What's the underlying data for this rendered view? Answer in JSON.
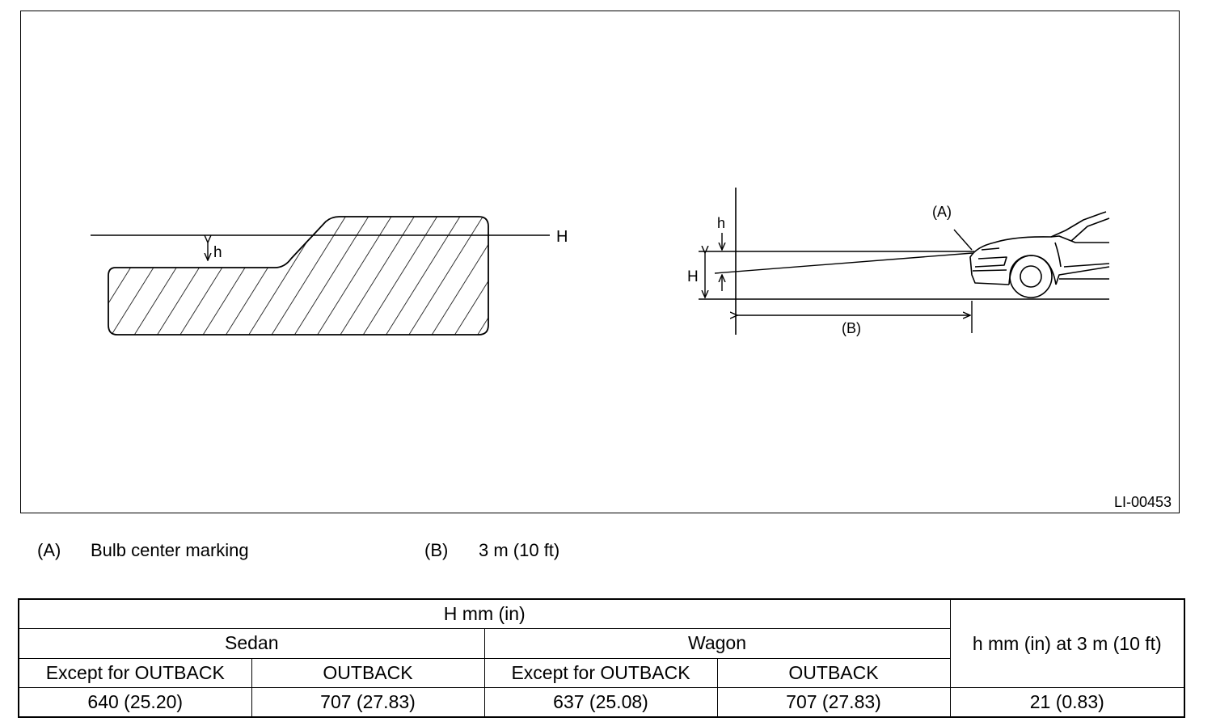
{
  "figure": {
    "code": "LI-00453",
    "labels": {
      "H": "H",
      "h": "h",
      "A": "(A)",
      "B": "(B)"
    }
  },
  "legend": {
    "A": {
      "key": "(A)",
      "text": "Bulb center marking"
    },
    "B": {
      "key": "(B)",
      "text": "3 m (10 ft)"
    }
  },
  "table": {
    "header_H": "H mm (in)",
    "header_h": "h mm (in) at 3 m (10 ft)",
    "groups": [
      "Sedan",
      "Wagon"
    ],
    "subheaders": [
      "Except for OUTBACK",
      "OUTBACK",
      "Except for OUTBACK",
      "OUTBACK"
    ],
    "values": [
      "640 (25.20)",
      "707 (27.83)",
      "637 (25.08)",
      "707 (27.83)",
      "21 (0.83)"
    ]
  }
}
